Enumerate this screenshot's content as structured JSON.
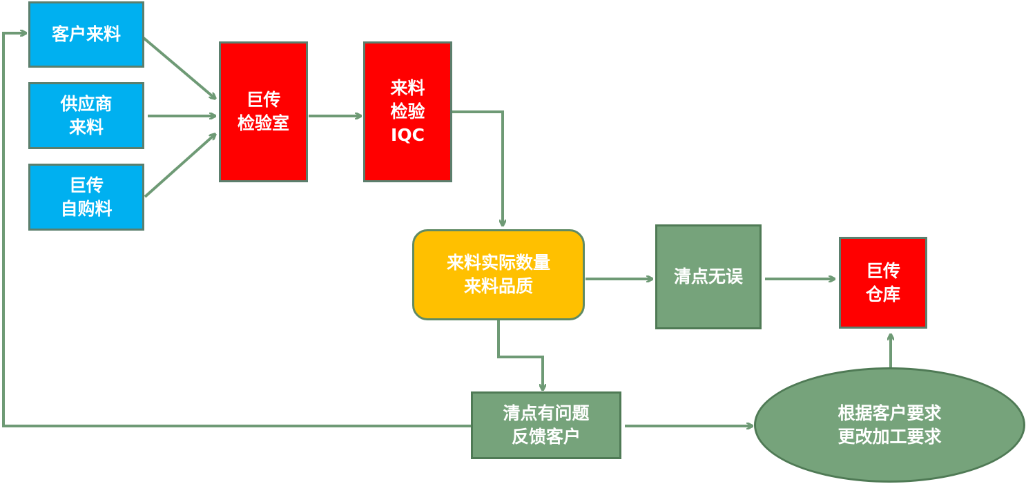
{
  "nodes": {
    "customer_material": "客户来料",
    "supplier_material": "供应商\n来料",
    "self_purchase": "巨传\n自购料",
    "inspection_room": "巨传\n检验室",
    "iqc": "来料\n检验\nIQC",
    "check_qty_quality": "来料实际数量\n来料品质",
    "count_ok": "清点无误",
    "warehouse": "巨传\n仓库",
    "count_problem": "清点有问题\n反馈客户",
    "change_requirement": "根据客户要求\n更改加工要求"
  },
  "colors": {
    "source_fill": "#00b0f0",
    "process_fill": "#ff0000",
    "decision_fill": "#ffc000",
    "status_fill": "#76a37b",
    "arrow": "#6e9a75"
  }
}
